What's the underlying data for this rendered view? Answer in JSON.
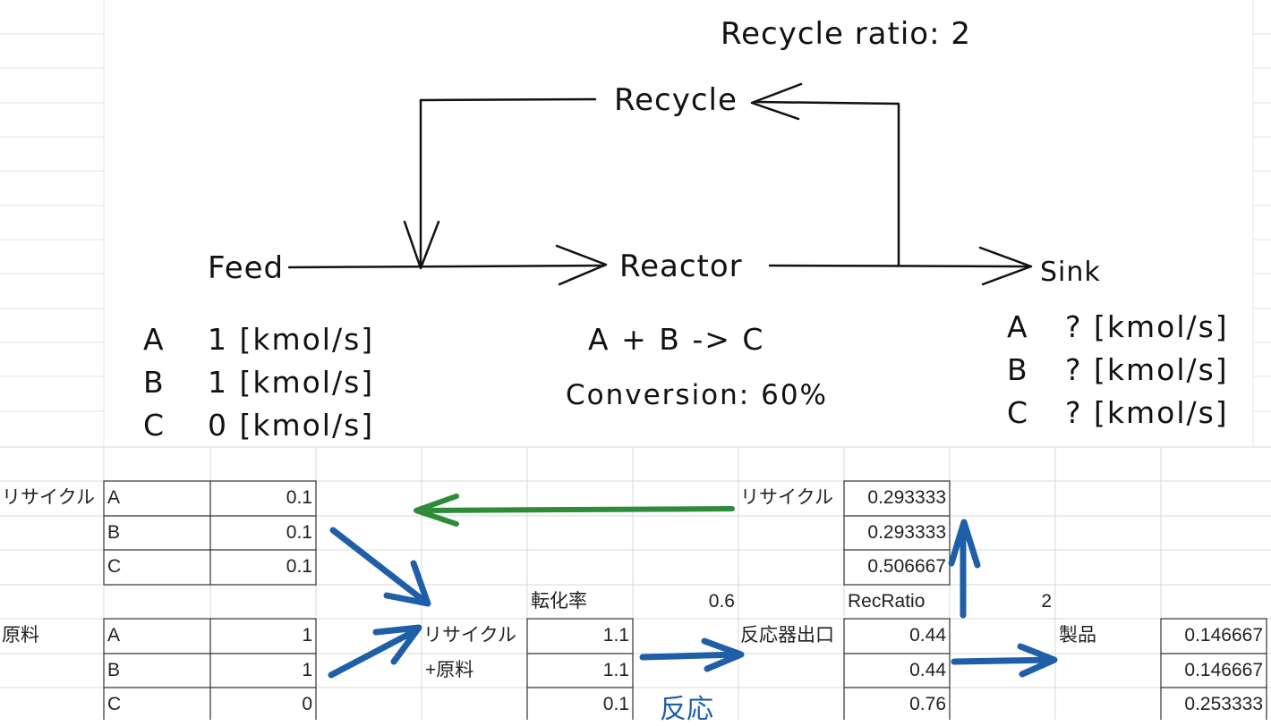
{
  "diagram": {
    "recycle_ratio_text": "Recycle ratio: 2",
    "recycle_label": "Recycle",
    "feed_label": "Feed",
    "reactor_label": "Reactor",
    "sink_label": "Sink",
    "feed_rows": [
      {
        "comp": "A",
        "value": "1 [kmol/s]"
      },
      {
        "comp": "B",
        "value": "1 [kmol/s]"
      },
      {
        "comp": "C",
        "value": "0 [kmol/s]"
      }
    ],
    "reaction": "A + B -> C",
    "conversion": "Conversion: 60%",
    "sink_rows": [
      {
        "comp": "A",
        "value": "? [kmol/s]"
      },
      {
        "comp": "B",
        "value": "? [kmol/s]"
      },
      {
        "comp": "C",
        "value": "? [kmol/s]"
      }
    ]
  },
  "sheet": {
    "recycle_in_label": "リサイクル",
    "recycle_in": [
      {
        "comp": "A",
        "value": "0.1"
      },
      {
        "comp": "B",
        "value": "0.1"
      },
      {
        "comp": "C",
        "value": "0.1"
      }
    ],
    "feed_label": "原料",
    "feed": [
      {
        "comp": "A",
        "value": "1"
      },
      {
        "comp": "B",
        "value": "1"
      },
      {
        "comp": "C",
        "value": "0"
      }
    ],
    "mix_label_1": "リサイクル",
    "mix_label_2": "+原料",
    "mix": [
      "1.1",
      "1.1",
      "0.1"
    ],
    "conversion_label": "転化率",
    "conversion_value": "0.6",
    "reaction_label": "反応",
    "reactor_out_label": "反応器出口",
    "reactor_out": [
      "0.44",
      "0.44",
      "0.76"
    ],
    "recycle_out_label": "リサイクル",
    "recycle_out": [
      "0.293333",
      "0.293333",
      "0.506667"
    ],
    "recratio_label": "RecRatio",
    "recratio_value": "2",
    "product_label": "製品",
    "product": [
      "0.146667",
      "0.146667",
      "0.253333"
    ]
  },
  "colors": {
    "arrow_blue": "#1f5fa8",
    "arrow_green": "#2e8b3a",
    "grid_line": "#d9d9d9",
    "border": "#333333"
  }
}
